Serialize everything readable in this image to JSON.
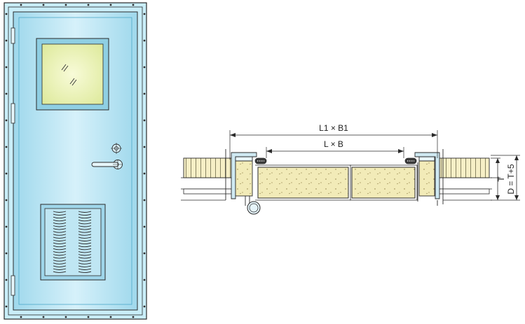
{
  "labels": {
    "outer_opening": "L1 × B1",
    "inner_opening": "L × B",
    "thickness": "T",
    "depth": "D = T+5"
  },
  "colors": {
    "door_panel": "#bfe8f4",
    "door_edge": "#7fc9e2",
    "window_glass": "#e9f3b0",
    "insulation": "#f3eac0",
    "panel_core": "#f1eab0",
    "line": "#2a2a2a"
  }
}
